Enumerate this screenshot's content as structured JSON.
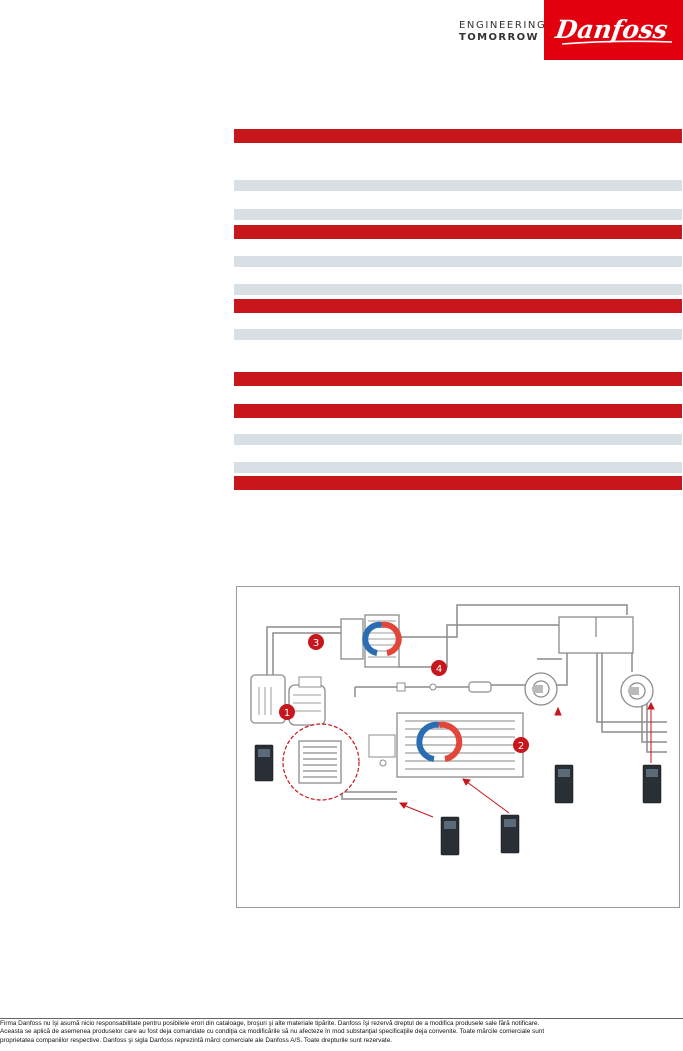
{
  "brand": {
    "tagline_line1": "ENGINEERING",
    "tagline_line2": "TOMORROW",
    "logo_text": "Danfoss",
    "logo_color": "#e2000f"
  },
  "table_colors": {
    "header": "#c8161d",
    "stripe": "#d9e0e5"
  },
  "figure": {
    "callouts": [
      "1",
      "2",
      "3",
      "4"
    ],
    "callout_color": "#c8161d",
    "icons": [
      "compressor-icon",
      "heat-exchanger-icon",
      "condenser-icon",
      "pump-icon",
      "drive-icon",
      "heat-recovery-icon"
    ]
  },
  "footer": {
    "line1": "Firma Danfoss nu îşi asumă nicio responsabilitate pentru posibilele erori din cataloage, broşuri şi alte materiale tipărite. Danfoss îşi rezervă dreptul de a modifica produsele sale fără notificare.",
    "line2": "Aceasta se aplică de asemenea produselor care au fost deja comandate cu condiţia ca modificările să nu afecteze în mod substanţial specificaţiile deja convenite. Toate mărcile comerciale sunt",
    "line3": "proprietatea companiilor respective. Danfoss şi sigla Danfoss reprezintă mărci comerciale ale Danfoss A/S. Toate drepturile sunt rezervate."
  }
}
